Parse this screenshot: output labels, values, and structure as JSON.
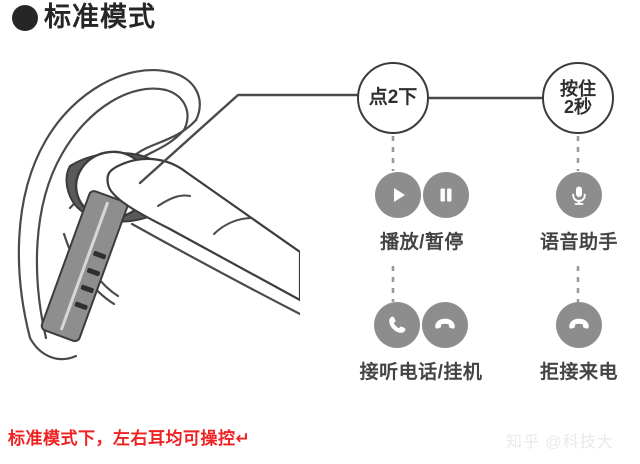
{
  "header": {
    "bullet_icon": "filled-circle-icon",
    "title": "标准模式"
  },
  "illustration": {
    "name": "ear-with-earbud-and-finger-illustration",
    "alt": "线条插画：手指点按戴在耳朵上的蓝牙耳机"
  },
  "gestures": [
    {
      "id": "tap",
      "label_line1": "点2下",
      "label_line2": ""
    },
    {
      "id": "hold",
      "label_line1": "按住",
      "label_line2": "2秒"
    }
  ],
  "actions": [
    {
      "id": "play-pause",
      "label": "播放/暂停",
      "icons": [
        "play-icon",
        "pause-icon"
      ]
    },
    {
      "id": "voice-assistant",
      "label": "语音助手",
      "icons": [
        "microphone-icon"
      ]
    },
    {
      "id": "answer-hangup",
      "label": "接听电话/挂机",
      "icons": [
        "phone-answer-icon",
        "phone-hangup-icon"
      ]
    },
    {
      "id": "reject-call",
      "label": "拒接来电",
      "icons": [
        "phone-hangup-icon"
      ]
    }
  ],
  "footer": {
    "caption": "标准模式下，左右耳均可操控↵",
    "watermark": "知乎 @科技大"
  },
  "colors": {
    "icon_gray": "#8d8d8d",
    "line_dark": "#3b3b3b",
    "text_dark": "#444444",
    "caption_red": "#ee2222",
    "watermark_gray": "#e9e9e9",
    "background": "#ffffff"
  }
}
